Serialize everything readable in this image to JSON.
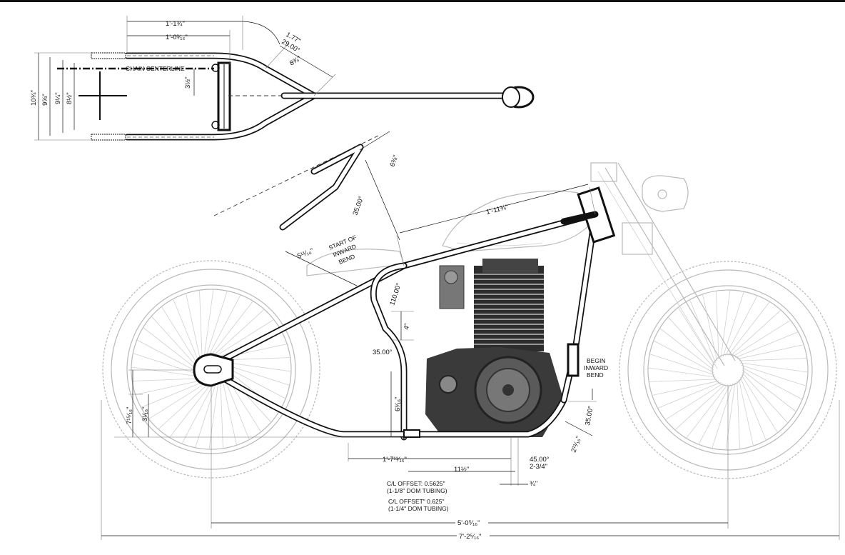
{
  "labels": {
    "chain_centerline": "CHAIN CENTERLINE",
    "start_inward_1": "START OF",
    "start_inward_2": "INWARD",
    "start_inward_3": "BEND",
    "begin_inward_1": "BEGIN",
    "begin_inward_2": "INWARD",
    "begin_inward_3": "BEND",
    "offset_1a": "C/L OFFSET: 0.5625\"",
    "offset_1b": "(1-1/8\" DOM TUBING)",
    "offset_2a": "C/L OFFSET\" 0.625\"",
    "offset_2b": "(1-1/4\" DOM TUBING)"
  },
  "dims": {
    "top_1_1_75": "1'-1¾\"",
    "top_1_0_3_16": "1'-0³⁄₁₆\"",
    "angle_1_77": "1.77\"",
    "angle_29": "29.00°",
    "len_8_75": "8¾\"",
    "w_3_5": "3½\"",
    "w_10_75": "10¾\"",
    "w_9_625": "9⅝\"",
    "w_9_25": "9¼\"",
    "w_8_5": "8½\"",
    "seat_6_375": "6⅜\"",
    "seat_35": "35.00°",
    "seat_5_11_16": "5¹¹⁄₁₆\"",
    "backbone_1_11_75": "1'-11¾\"",
    "ang_110": "110.00°",
    "len_4": "4\"",
    "ang_35_mid": "35.00°",
    "len_6_3_16": "6³⁄₁₆\"",
    "rear_7_15_16": "7¹⁵⁄₁₆\"",
    "rear_3_1_16": "3¹⁄₁₆\"",
    "ang_35_front": "35.00°",
    "len_2_11_16": "2¹¹⁄₁₆\"",
    "ang_45": "45.00°",
    "len_2_75": "2-3/4\"",
    "bot_1_7_11_16": "1'-7¹¹⁄₁₆\"",
    "bot_11_5": "11½\"",
    "bot_0_75": "¾\"",
    "wheelbase": "5'-0⁵⁄₁₆\"",
    "overall": "7'-2⁵⁄₁₆\""
  }
}
